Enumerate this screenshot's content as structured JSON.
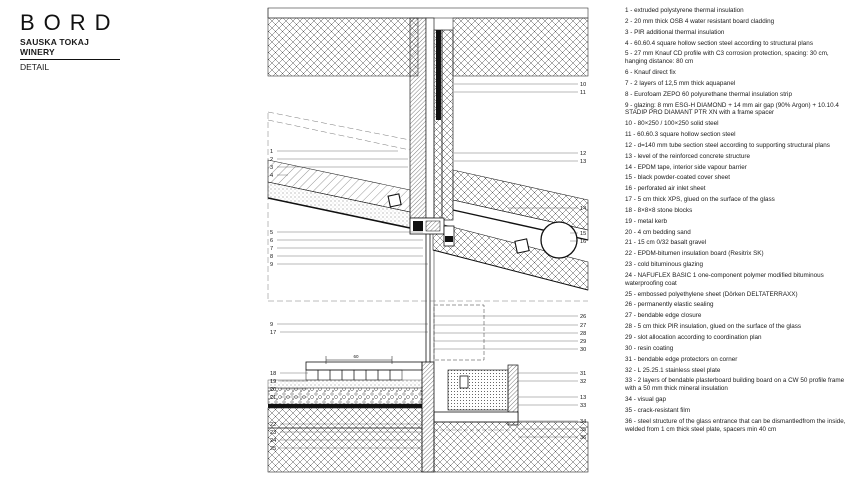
{
  "header": {
    "logo": "BORD",
    "subtitle": "SAUSKA TOKAJ WINERY",
    "label": "DETAIL"
  },
  "drawing": {
    "dimension_label": "60",
    "callouts_left": [
      "1",
      "2",
      "3",
      "4",
      "5",
      "6",
      "7",
      "8",
      "9",
      "9",
      "17",
      "18",
      "19",
      "20",
      "21",
      "22",
      "23",
      "24",
      "25"
    ],
    "callouts_right": [
      "10",
      "11",
      "12",
      "13",
      "14",
      "15",
      "16",
      "26",
      "27",
      "28",
      "29",
      "30",
      "31",
      "32",
      "13",
      "33",
      "34",
      "35",
      "36"
    ]
  },
  "legend": [
    "1 - extruded polystyrene thermal insulation",
    "2 - 20 mm thick OSB 4 water resistant board cladding",
    "3 - PIR additional thermal insulation",
    "4 - 60.60.4 square hollow section steel according to structural plans",
    "5 - 27 mm Knauf CD profile with C3 corrosion protection, spacing: 30 cm, hanging distance: 80 cm",
    "6 - Knauf direct fix",
    "7 - 2 layers of 12,5 mm thick aquapanel",
    "8 - Eurofoam ZEPO 60 polyurethane thermal insulation strip",
    "9 - glazing: 8 mm ESG-H DIAMOND + 14 mm air gap (90% Argon) + 10.10.4 STADIP PRO DIAMANT PTR XN with a frame spacer",
    "10 - 80×250 / 100×250 solid steel",
    "11 - 60.60.3 square hollow section steel",
    "12 - d=140 mm tube section steel according to supporting structural plans",
    "13 - level of the reinforced concrete structure",
    "14 - EPDM tape, interior side vapour barrier",
    "15 - black powder-coated cover sheet",
    "16 - perforated air inlet sheet",
    "17 - 5 cm thick XPS, glued on the surface of the glass",
    "18 - 8×8×8 stone blocks",
    "19 - metal kerb",
    "20 - 4 cm bedding sand",
    "21 - 15 cm 0/32 basalt gravel",
    "22 - EPDM-bitumen insulation board (Resitrix SK)",
    "23 - cold bituminous glazing",
    "24 - NAFUFLEX BASIC 1 one-component polymer modified bituminous waterproofing coat",
    "25 - embossed polyethylene sheet (Dörken DELTATERRAXX)",
    "26 - permanently elastic sealing",
    "27 - bendable edge closure",
    "28 - 5 cm thick PIR insulation, glued on the surface of the glass",
    "29 - slot allocation according to coordination plan",
    "30 - resin coating",
    "31 - bendable edge protectors on corner",
    "32 - L 25.25.1 stainless steel plate",
    "33 - 2 layers of bendable plasterboard building board on a CW 50 profile frame with a 50 mm thick mineral insulation",
    "34 - visual gap",
    "35 - crack-resistant film",
    "36 - steel structure of the glass entrance that can be dismantledfrom the inside, welded from 1 cm thick steel plate, spacers min 40 cm"
  ]
}
